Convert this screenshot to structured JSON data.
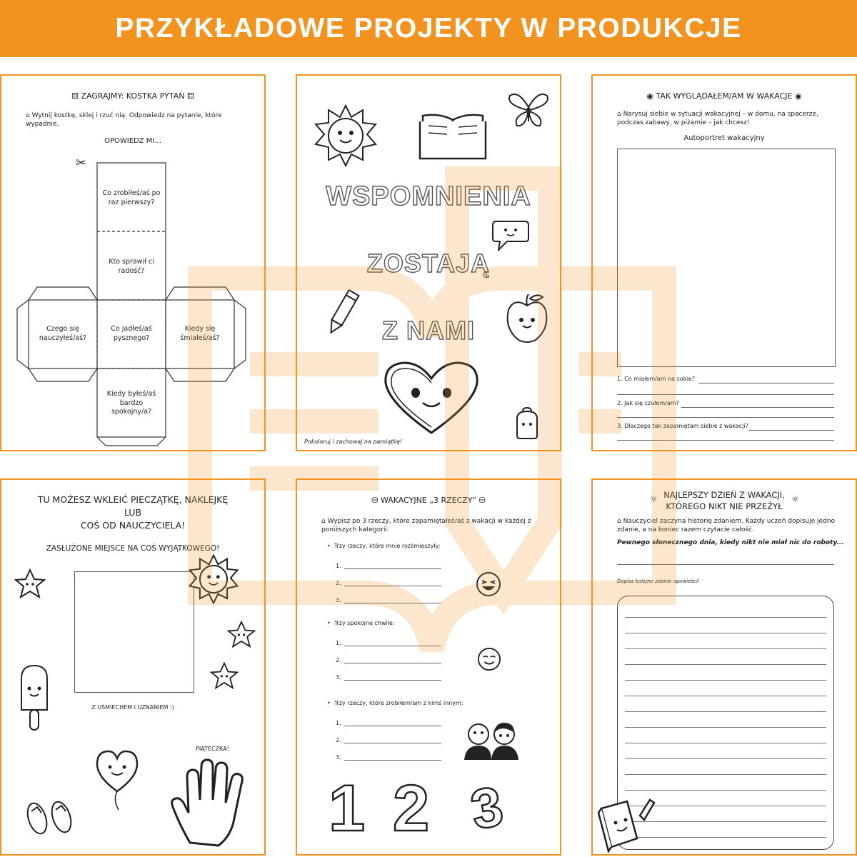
{
  "banner": {
    "title": "PRZYKŁADOWE PROJEKTY W PRODUKCJE"
  },
  "p1": {
    "title": "ZAGRAJMY: KOSTKA PYTAŃ",
    "instruction": "Wytnij kostkę, sklej i rzuć nią. Odpowiedz na pytanie, które wypadnie.",
    "subtitle": "OPOWIEDZ MI...",
    "cells": [
      "Co zrobiłeś/aś po raz pierwszy?",
      "Kto sprawił ci radość?",
      "Czego się nauczyłeś/aś?",
      "Co jadłeś/aś pysznego?",
      "Kiedy się śmiałeś/aś?",
      "Kiedy byłeś/aś bardzo spokojny/a?"
    ]
  },
  "p2": {
    "lines": [
      "WSPOMNIENIA",
      "ZOSTAJĄ",
      "Z NAMI"
    ],
    "footer": "Pokoloruj i zachowaj na pamiątkę!"
  },
  "p3": {
    "title": "TAK WYGLĄDAŁEM/AM W WAKACJE",
    "instruction": "Narysuj siebie w sytuacji wakacyjnej – w domu, na spacerze, podczas zabawy, w piżamie – jak chcesz!",
    "box_label": "Autoportret wakacyjny",
    "questions": [
      "1.  Co miałem/am na sobie?",
      "2. Jak się czułem/am?",
      "3. Dlaczego tak zapamiętam siebie z wakacji?"
    ]
  },
  "p4": {
    "title": "TU MOŻESZ WKLEIĆ PIECZĄTKĘ, NAKLEJKĘ LUB COŚ OD NAUCZYCIELA!",
    "title_lines": [
      "TU MOŻESZ WKLEIĆ PIECZĄTKĘ, NAKLEJKĘ",
      "LUB",
      "COŚ OD NAUCZYCIELA!"
    ],
    "subtitle": "ZASŁUŻONE MIEJSCE NA COŚ WYJĄTKOWEGO!",
    "caption": "Z UŚMIECHEM I UZNANIEM :)",
    "hand_label": "PIĄTECZKA!"
  },
  "p5": {
    "title": "WAKACYJNE „3 RZECZY”",
    "instruction": "Wypisz po 3 rzeczy, które zapamiętałeś/aś z wakacji w każdej z poniższych kategorii.",
    "categories": [
      "Trzy rzeczy, które mnie rozśmieszyły:",
      "Trzy spokojne chwile:",
      "Trzy rzeczy, które zrobiłem/am z kimś innym:"
    ],
    "numbers": [
      "1.",
      "2.",
      "3."
    ],
    "big_numbers": [
      "1",
      "2",
      "3"
    ]
  },
  "p6": {
    "title_lines": [
      "NAJLEPSZY DZIEŃ Z WAKACJI,",
      "KTÓREGO NIKT NIE PRZEŻYŁ"
    ],
    "instruction": "Nauczyciel zaczyna historię zdaniem. Każdy uczeń dopisuje jedno zdanie, a na koniec razem czytacie całość.",
    "story_start": "Pewnego słonecznego dnia, kiedy nikt nie miał nic do roboty...",
    "prompt": "Dopisz kolejne zdanie opowieści!"
  },
  "colors": {
    "accent": "#f2921f",
    "ink": "#222222"
  }
}
